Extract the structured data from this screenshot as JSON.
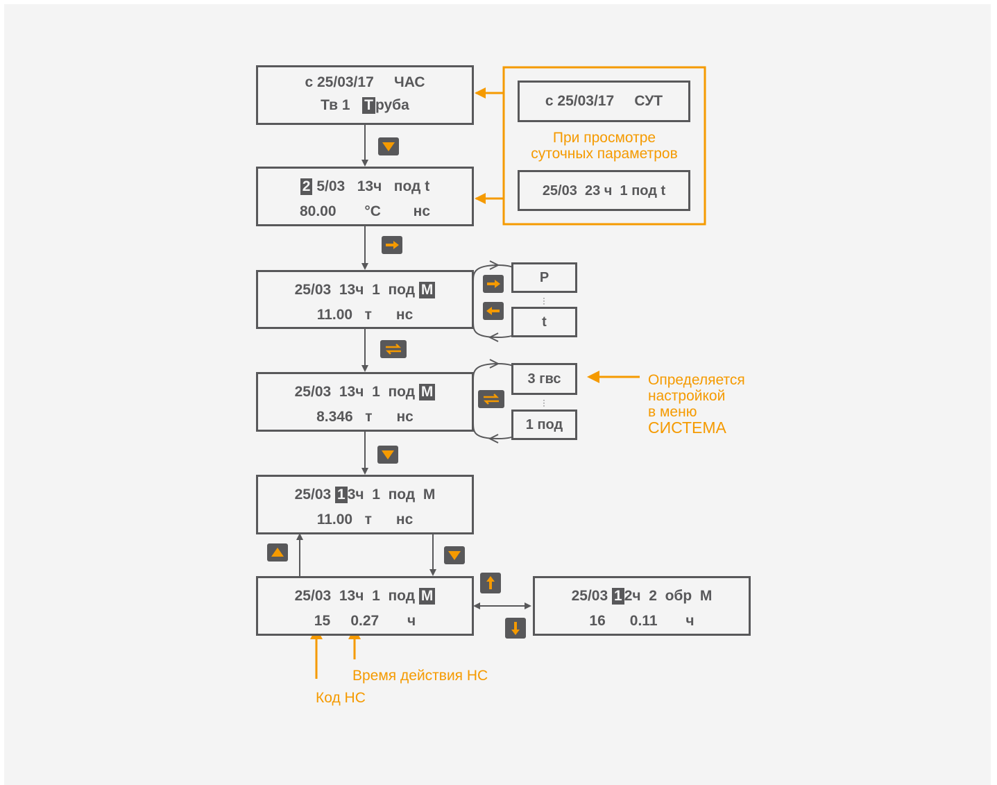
{
  "screens": {
    "s1": {
      "line1a": "с 25/03/17",
      "line1b": "ЧАС",
      "line2a": "Тв 1",
      "line2hl": "Т",
      "line2b": "руба"
    },
    "s2": {
      "line1hl": "2",
      "line1a": "5/03",
      "line1b": "13ч",
      "line1c": "под t",
      "line2a": "80.00",
      "line2b": "°C",
      "line2c": "нс"
    },
    "s3": {
      "line1a": "25/03",
      "line1b": "13ч",
      "line1c": "1",
      "line1d": "под",
      "line1hl": "М",
      "line2a": "11.00",
      "line2b": "т",
      "line2c": "нс"
    },
    "s4": {
      "line1a": "25/03",
      "line1b": "13ч",
      "line1c": "1",
      "line1d": "под",
      "line1hl": "М",
      "line2a": "8.346",
      "line2b": "т",
      "line2c": "нс"
    },
    "s5": {
      "line1a": "25/03",
      "line1hl": "1",
      "line1b": "3ч",
      "line1c": "1",
      "line1d": "под",
      "line1e": "М",
      "line2a": "11.00",
      "line2b": "т",
      "line2c": "нс"
    },
    "s6": {
      "line1a": "25/03",
      "line1b": "13ч",
      "line1c": "1",
      "line1d": "под",
      "line1hl": "М",
      "line2a": "15",
      "line2b": "0.27",
      "line2c": "ч"
    },
    "s7": {
      "line1a": "25/03",
      "line1hl": "1",
      "line1b": "2ч",
      "line1c": "2",
      "line1d": "обр",
      "line1e": "М",
      "line2a": "16",
      "line2b": "0.11",
      "line2c": "ч"
    }
  },
  "daily_panel": {
    "top_screen": {
      "a": "с 25/03/17",
      "b": "СУТ"
    },
    "caption_line1": "При просмотре",
    "caption_line2": "суточных параметров",
    "bottom_screen": {
      "a": "25/03",
      "b": "23 ч",
      "c": "1 под t"
    }
  },
  "param_list_1": {
    "first": "P",
    "last": "t"
  },
  "param_list_2": {
    "first": "3 гвс",
    "last": "1 под"
  },
  "notes": {
    "config_line1": "Определяется",
    "config_line2": "настройкой",
    "config_line3": "в меню",
    "config_line4": "СИСТЕМА",
    "duration": "Время действия НС",
    "code": "Код НС"
  },
  "colors": {
    "accent": "#f59a00",
    "ink": "#58585a",
    "background": "#f4f4f4"
  },
  "keys": [
    "down-key",
    "right-key",
    "right-key",
    "left-key",
    "swap-key",
    "swap-key",
    "down-key",
    "up-key",
    "down-key",
    "up-arrow-key",
    "down-arrow-key"
  ]
}
